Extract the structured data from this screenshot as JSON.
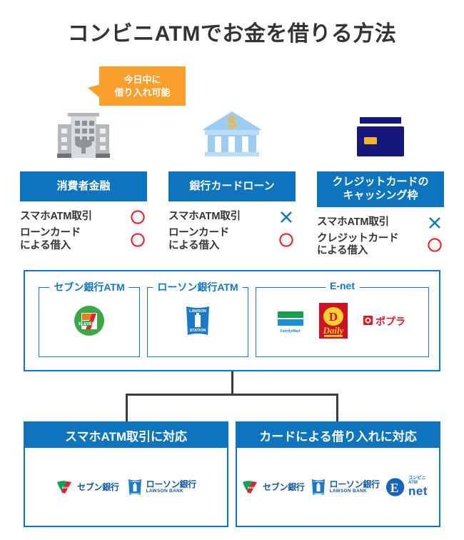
{
  "title": "コンビニATMでお金を借りる方法",
  "colors": {
    "brand_blue": "#0d74bd",
    "line_blue": "#1277bf",
    "callout_orange": "#f9a02c",
    "mark_ok_red": "#e8202a",
    "mark_no_blue": "#1277bf",
    "connector_gray": "#3b3b3b"
  },
  "callout": {
    "line1": "今日中に",
    "line2": "借り入れ可能"
  },
  "columns": [
    {
      "icon": "office-building-icon",
      "label": "消費者金融",
      "features": [
        {
          "text": "スマホATM取引",
          "mark": "circle",
          "mark_label": "○"
        },
        {
          "text": "ローンカード\nによる借入",
          "mark": "circle",
          "mark_label": "○"
        }
      ]
    },
    {
      "icon": "bank-icon",
      "label": "銀行カードローン",
      "features": [
        {
          "text": "スマホATM取引",
          "mark": "cross",
          "mark_label": "✕"
        },
        {
          "text": "ローンカード\nによる借入",
          "mark": "circle",
          "mark_label": "○"
        }
      ]
    },
    {
      "icon": "credit-card-icon",
      "label": "クレジットカードの\nキャッシング枠",
      "features": [
        {
          "text": "スマホATM取引",
          "mark": "cross",
          "mark_label": "✕"
        },
        {
          "text": "クレジットカード\nによる借入",
          "mark": "circle",
          "mark_label": "○"
        }
      ]
    }
  ],
  "atm_groups": [
    {
      "legend": "セブン銀行ATM",
      "brands": [
        {
          "name": "seven-eleven-logo",
          "label": "ELEVEN"
        }
      ]
    },
    {
      "legend": "ローソン銀行ATM",
      "brands": [
        {
          "name": "lawson-station-logo",
          "label_top": "LAWSON",
          "label_bottom": "STATION"
        }
      ]
    },
    {
      "legend": "E-net",
      "brands": [
        {
          "name": "familymart-logo",
          "label": "FamilyMart"
        },
        {
          "name": "daily-yamazaki-logo",
          "label": "Daily"
        },
        {
          "name": "poplar-logo",
          "label": "ポプラ"
        }
      ]
    }
  ],
  "bottom_panels": [
    {
      "heading": "スマホATM取引に対応",
      "logos": [
        {
          "name": "seven-bank-logo",
          "main": "セブン銀行",
          "sub": ""
        },
        {
          "name": "lawson-bank-logo",
          "main": "ローソン銀行",
          "sub": "LAWSON BANK"
        }
      ]
    },
    {
      "heading": "カードによる借り入れに対応",
      "logos": [
        {
          "name": "seven-bank-logo",
          "main": "セブン銀行",
          "sub": ""
        },
        {
          "name": "lawson-bank-logo",
          "main": "ローソン銀行",
          "sub": "LAWSON BANK"
        },
        {
          "name": "enet-logo",
          "main": "net",
          "sub": "コンビニATM"
        }
      ]
    }
  ]
}
